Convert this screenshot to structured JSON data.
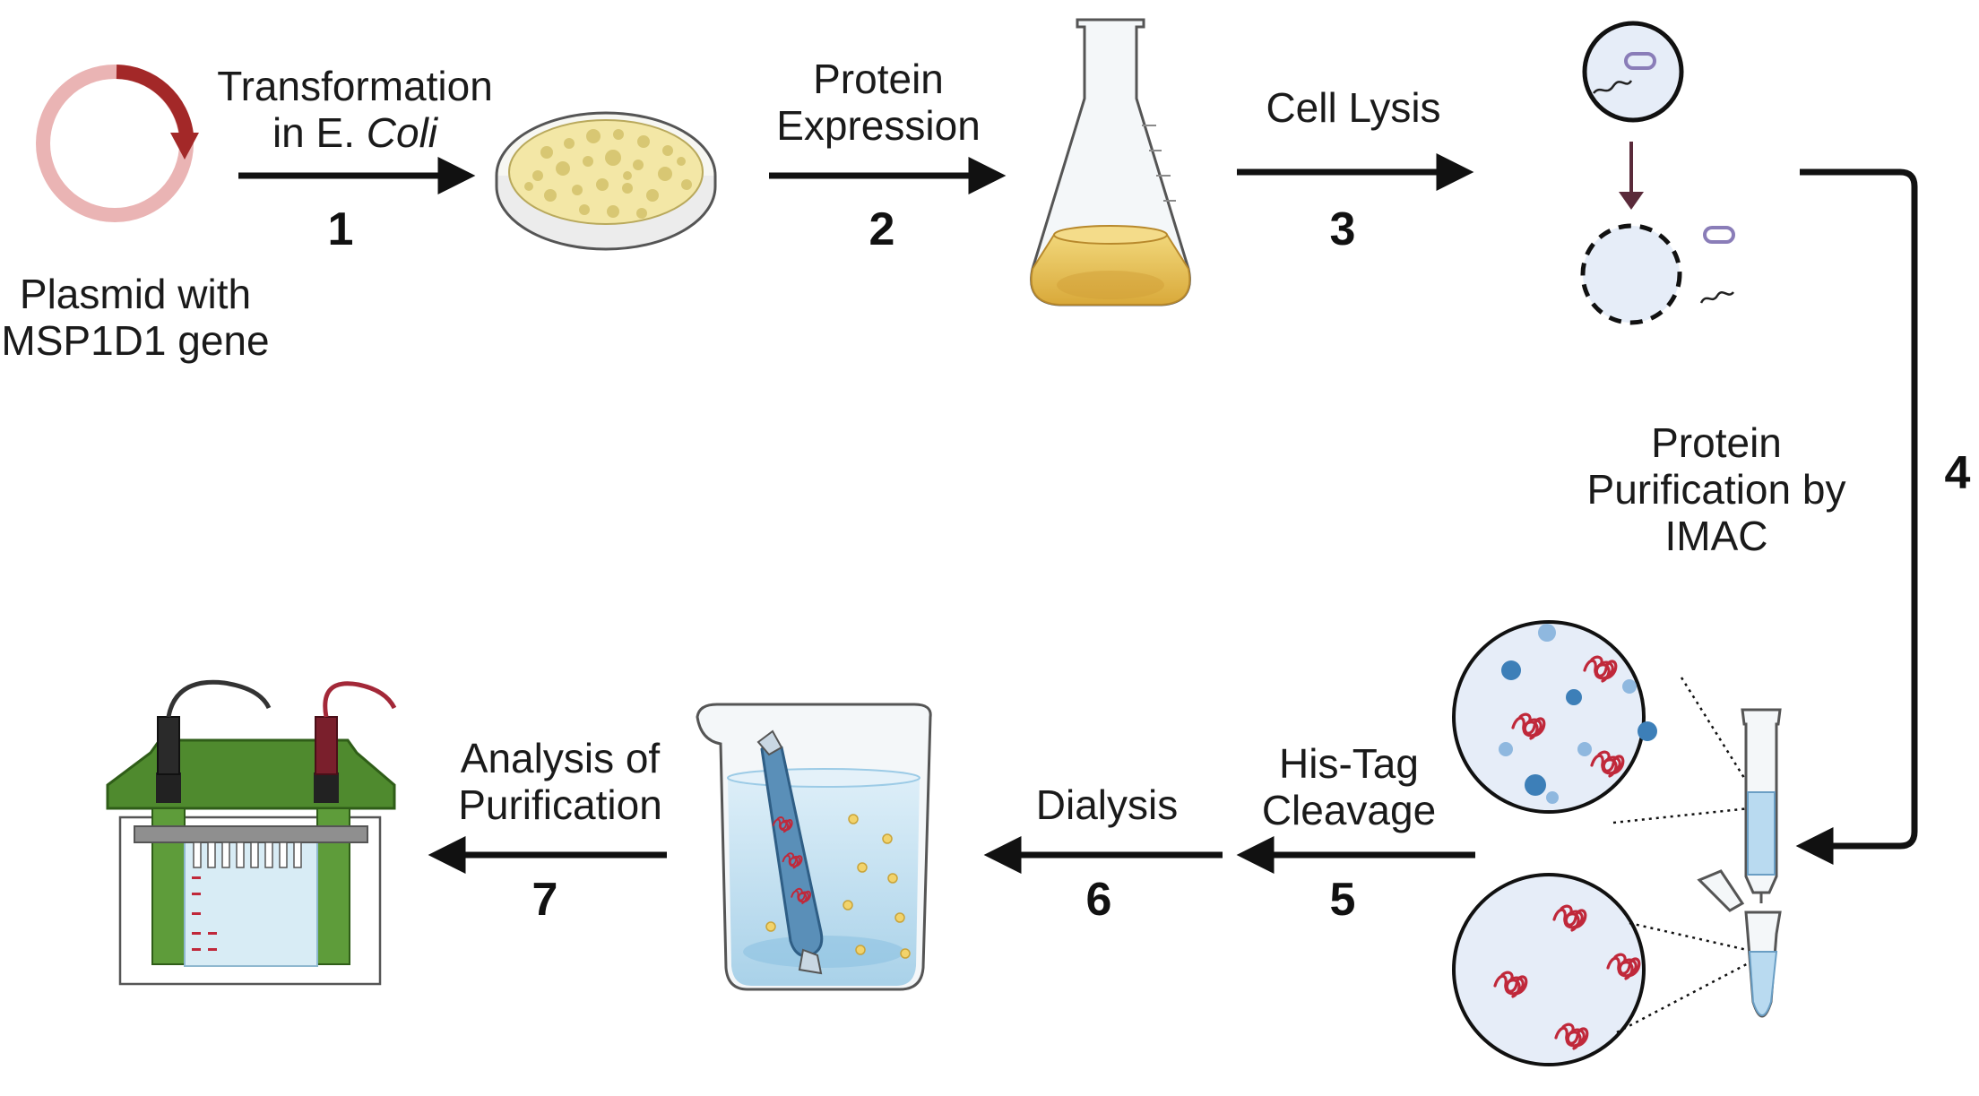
{
  "steps": [
    {
      "number": "1",
      "label_line1": "Transformation",
      "label_line2_prefix": "in E. ",
      "label_line2_italic": "Coli"
    },
    {
      "number": "2",
      "label_line1": "Protein",
      "label_line2": "Expression"
    },
    {
      "number": "3",
      "label": "Cell Lysis"
    },
    {
      "number": "4",
      "label_line1": "Protein",
      "label_line2": "Purification by",
      "label_line3": "IMAC"
    },
    {
      "number": "5",
      "label_line1": "His-Tag",
      "label_line2": "Cleavage"
    },
    {
      "number": "6",
      "label": "Dialysis"
    },
    {
      "number": "7",
      "label_line1": "Analysis of",
      "label_line2": "Purification"
    }
  ],
  "plasmid": {
    "label_line1": "Plasmid with",
    "label_line2": "MSP1D1 gene"
  },
  "colors": {
    "arrow": "#111111",
    "plasmid_ring": "#eab4b4",
    "plasmid_arc": "#a32828",
    "petri_agar": "#f3e7a6",
    "colony": "#d8c773",
    "flask_liquid": "#e8c25a",
    "cell_fill": "#e6edf8",
    "protein": "#c0283a",
    "resin_bead": "#3d7fb8",
    "gel_frame": "#4f8a2e",
    "buffer_water": "#cfe6f4"
  },
  "icons": [
    "plasmid-icon",
    "petri-dish-icon",
    "erlenmeyer-flask-icon",
    "cell-icon",
    "lysed-cell-icon",
    "column-magnifier-icon",
    "eluate-magnifier-icon",
    "imac-column-icon",
    "microtube-icon",
    "dialysis-beaker-icon",
    "gel-electrophoresis-icon"
  ]
}
